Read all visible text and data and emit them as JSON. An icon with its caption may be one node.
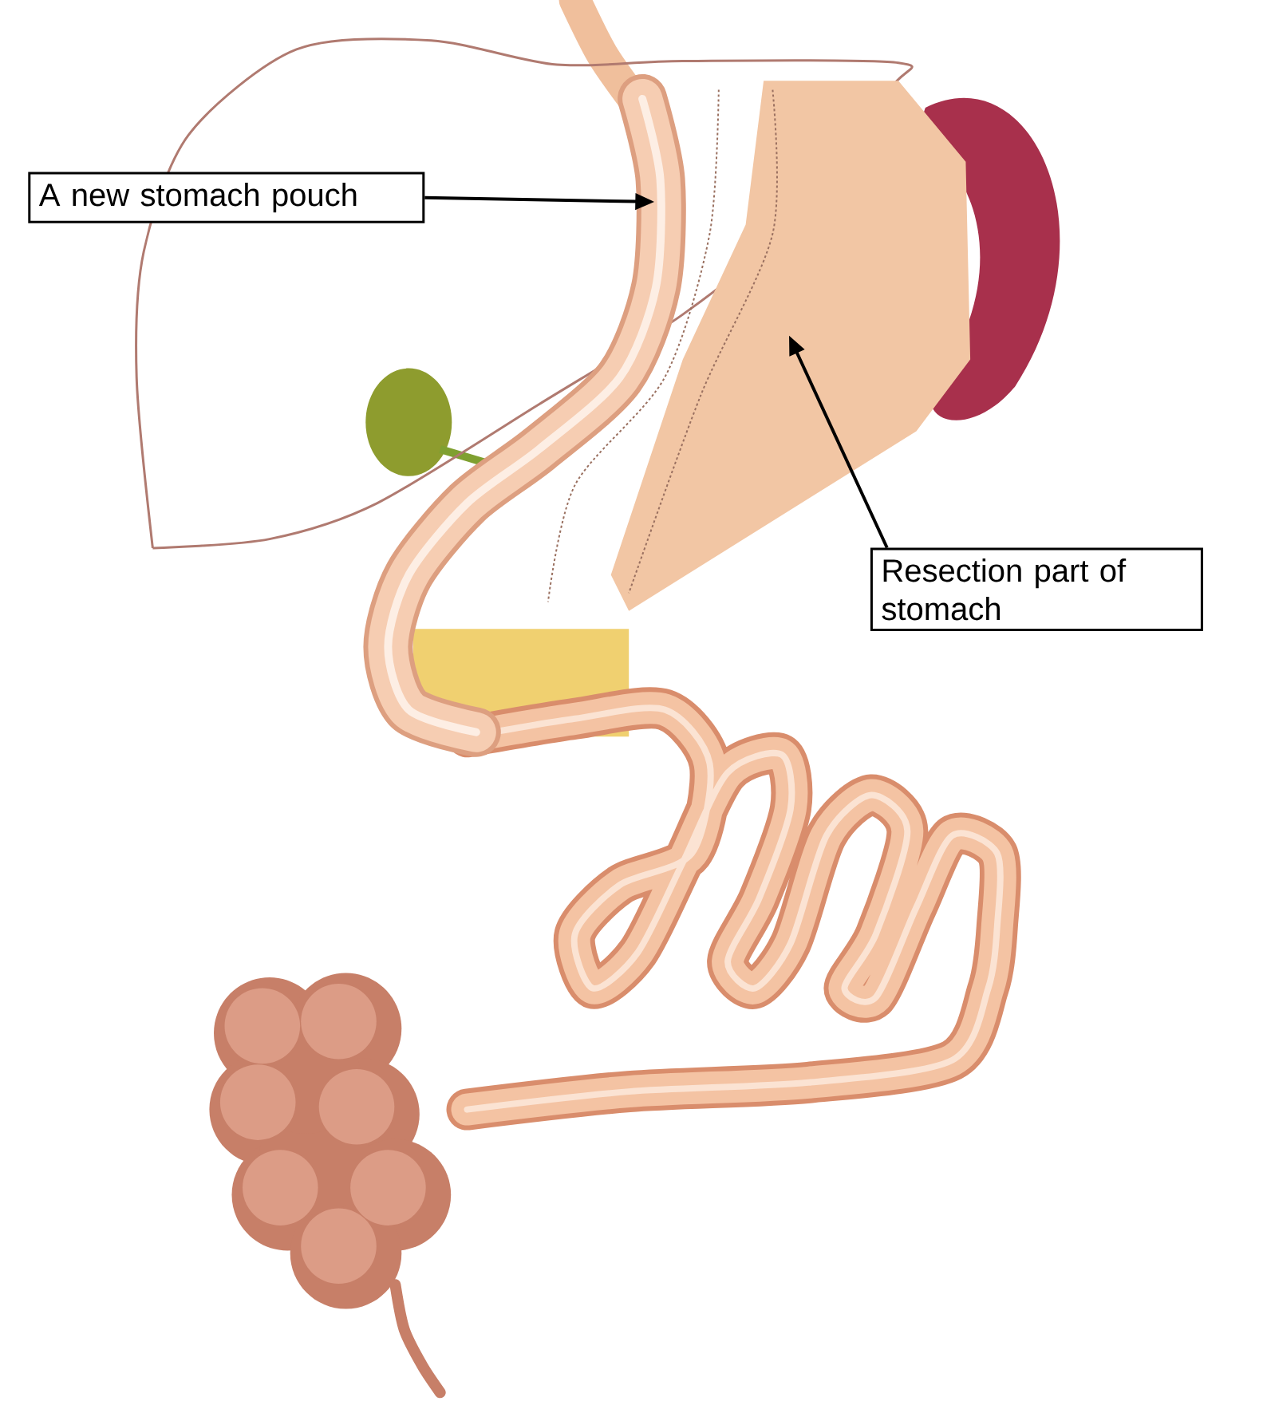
{
  "diagram": {
    "nodes": [
      {
        "text": [
          "A new stomach pouch"
        ]
      },
      {
        "text": [],
        "shape": "picture"
      },
      {
        "text": [
          "Resection part of stomach"
        ]
      },
      {
        "text": [],
        "shape": "picture"
      }
    ],
    "edges": [
      {
        "from": 0,
        "to": 1,
        "arrow": "to"
      },
      {
        "from": 2,
        "to": 3,
        "arrow": "to"
      }
    ]
  }
}
